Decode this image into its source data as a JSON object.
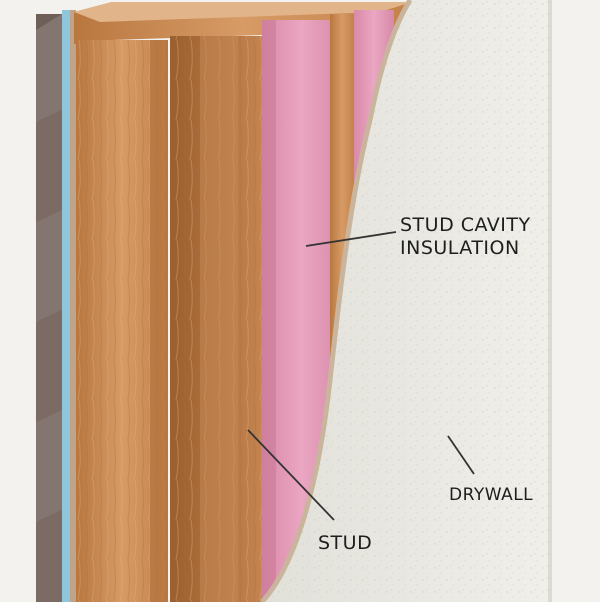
{
  "labels": {
    "insulation_line1": "STUD CAVITY",
    "insulation_line2": "INSULATION",
    "stud": "STUD",
    "drywall": "DRYWALL"
  },
  "colors": {
    "background": "#f3f2ef",
    "insulation": "#e49ab8",
    "stud_wood": "#cf9462",
    "drywall": "#ecebe5",
    "siding": "#7a6a62",
    "sheathing": "#8fc6dc",
    "leader_line": "#333333"
  }
}
